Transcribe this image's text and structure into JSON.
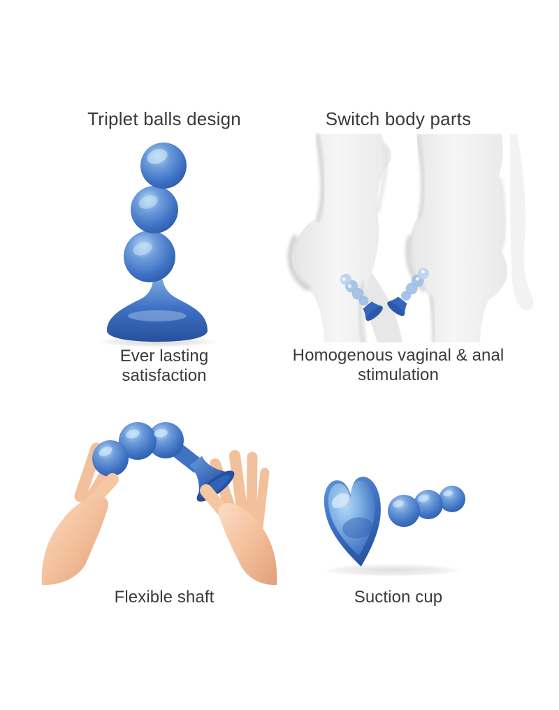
{
  "meta": {
    "type": "product-feature-infographic",
    "grid": "2x2"
  },
  "colors": {
    "background": "#ffffff",
    "text": "#3a3a3a",
    "product_blue": "#3f72c4",
    "product_blue_light": "#9cc8ee",
    "product_blue_dark": "#27509c",
    "toy_translucent": "#9dbce4",
    "body_gray": "#f1f1f1",
    "body_gray_shade": "#d9d9d9",
    "skin": "#f3c09c",
    "skin_shadow": "#dd9d74",
    "shadow_gray": "#e9e9e9"
  },
  "features": [
    {
      "title": "Triplet balls design",
      "caption": "Ever lasting satisfaction",
      "image": "beaded-dildo-upright"
    },
    {
      "title": "Switch body parts",
      "caption": "Homogenous vaginal & anal stimulation",
      "image": "two-translucent-body-figures"
    },
    {
      "title": "",
      "caption": "Flexible shaft",
      "image": "hands-bending-shaft"
    },
    {
      "title": "",
      "caption": "Suction cup",
      "image": "heart-suction-cup-base"
    }
  ]
}
